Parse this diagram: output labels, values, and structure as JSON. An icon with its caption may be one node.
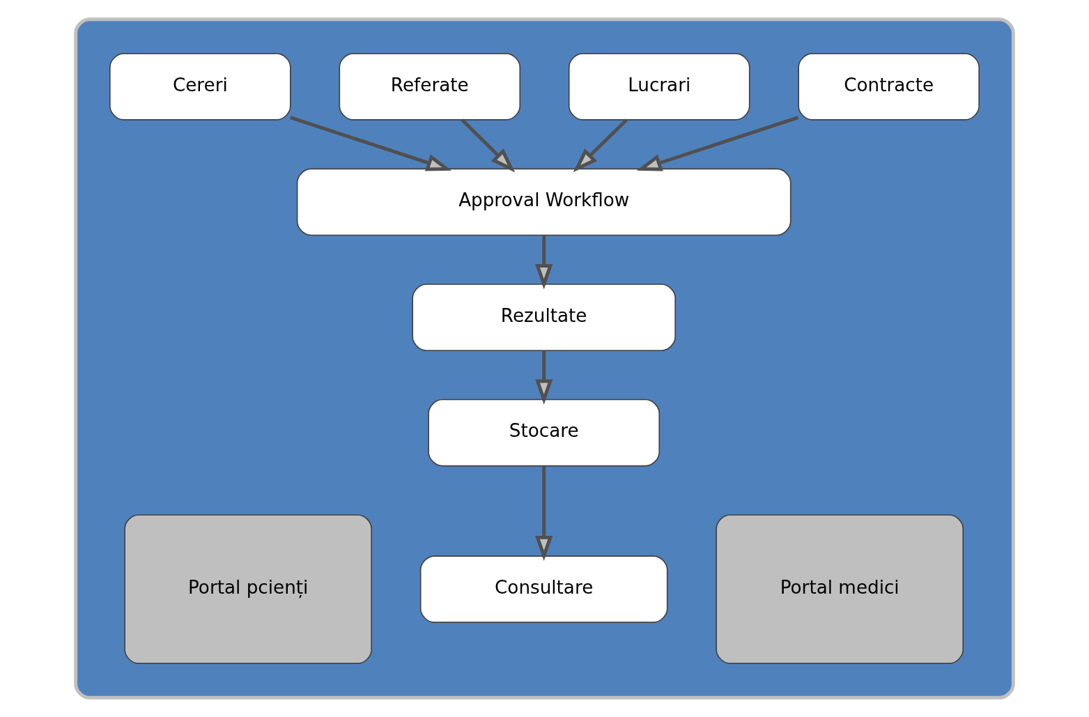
{
  "diagram": {
    "nodes": [
      {
        "text": [],
        "shape": "box"
      },
      {
        "text": [
          "Cereri"
        ],
        "in": 0
      },
      {
        "text": [
          "Referate"
        ],
        "in": 0
      },
      {
        "text": [
          "Lucrari"
        ],
        "in": 0
      },
      {
        "text": [
          "Contracte"
        ],
        "in": 0
      },
      {
        "text": [
          "Approval Workflow"
        ],
        "in": 0
      },
      {
        "text": [
          "Rezultate"
        ],
        "in": 0
      },
      {
        "text": [
          "Stocare"
        ],
        "in": 0
      },
      {
        "text": [
          "Portal pcienți"
        ],
        "in": 0
      },
      {
        "text": [
          "Consultare"
        ],
        "in": 0
      },
      {
        "text": [
          "Portal medici"
        ],
        "in": 0
      }
    ],
    "edges": [
      {
        "from": 1,
        "to": 5,
        "arrow": "to"
      },
      {
        "from": 2,
        "to": 5,
        "arrow": "to"
      },
      {
        "from": 3,
        "to": 5,
        "arrow": "to"
      },
      {
        "from": 4,
        "to": 5,
        "arrow": "to"
      },
      {
        "from": 5,
        "to": 6,
        "arrow": "to"
      },
      {
        "from": 6,
        "to": 7,
        "arrow": "to"
      },
      {
        "from": 7,
        "to": 9,
        "arrow": "to"
      }
    ]
  }
}
